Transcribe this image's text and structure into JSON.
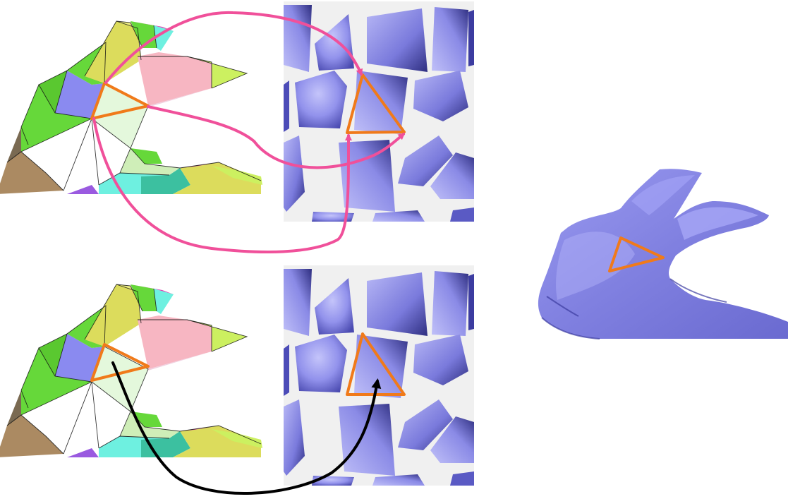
{
  "figure": {
    "panels": [
      {
        "id": "mesh-top",
        "kind": "segmented-mesh"
      },
      {
        "id": "atlas-top",
        "kind": "texture-atlas"
      },
      {
        "id": "mesh-bottom",
        "kind": "segmented-mesh"
      },
      {
        "id": "atlas-bottom",
        "kind": "texture-atlas"
      },
      {
        "id": "bunny",
        "kind": "textured-model"
      }
    ],
    "mapping_arrows": [
      {
        "from": "mesh-top",
        "to": "atlas-top",
        "count": 3,
        "style": "pink"
      },
      {
        "from": "mesh-bottom",
        "to": "atlas-bottom",
        "count": 1,
        "style": "black"
      }
    ]
  },
  "colors": {
    "highlight": "#f07a1a",
    "arrow_pink": "#f0509a",
    "arrow_black": "#000000",
    "atlas_bg": "#f0f0f0",
    "chart_light": "#a8a8f4",
    "chart_dark": "#2a2a70",
    "bunny": "#8c8ce6",
    "mesh_white": "#ffffff",
    "mesh_lightgreen": "#e4f8dc",
    "mesh_green": "#66d83a",
    "mesh_yellow": "#dcdc5c",
    "mesh_pink": "#f7b6c2",
    "mesh_lime": "#ccf060",
    "mesh_brown": "#ab8a62",
    "mesh_cyan": "#6ef0e0",
    "mesh_blue": "#8a8af0",
    "mesh_magenta": "#e03ab0",
    "mesh_purple": "#9a5ae0",
    "mesh_teal": "#3cc0a0"
  }
}
